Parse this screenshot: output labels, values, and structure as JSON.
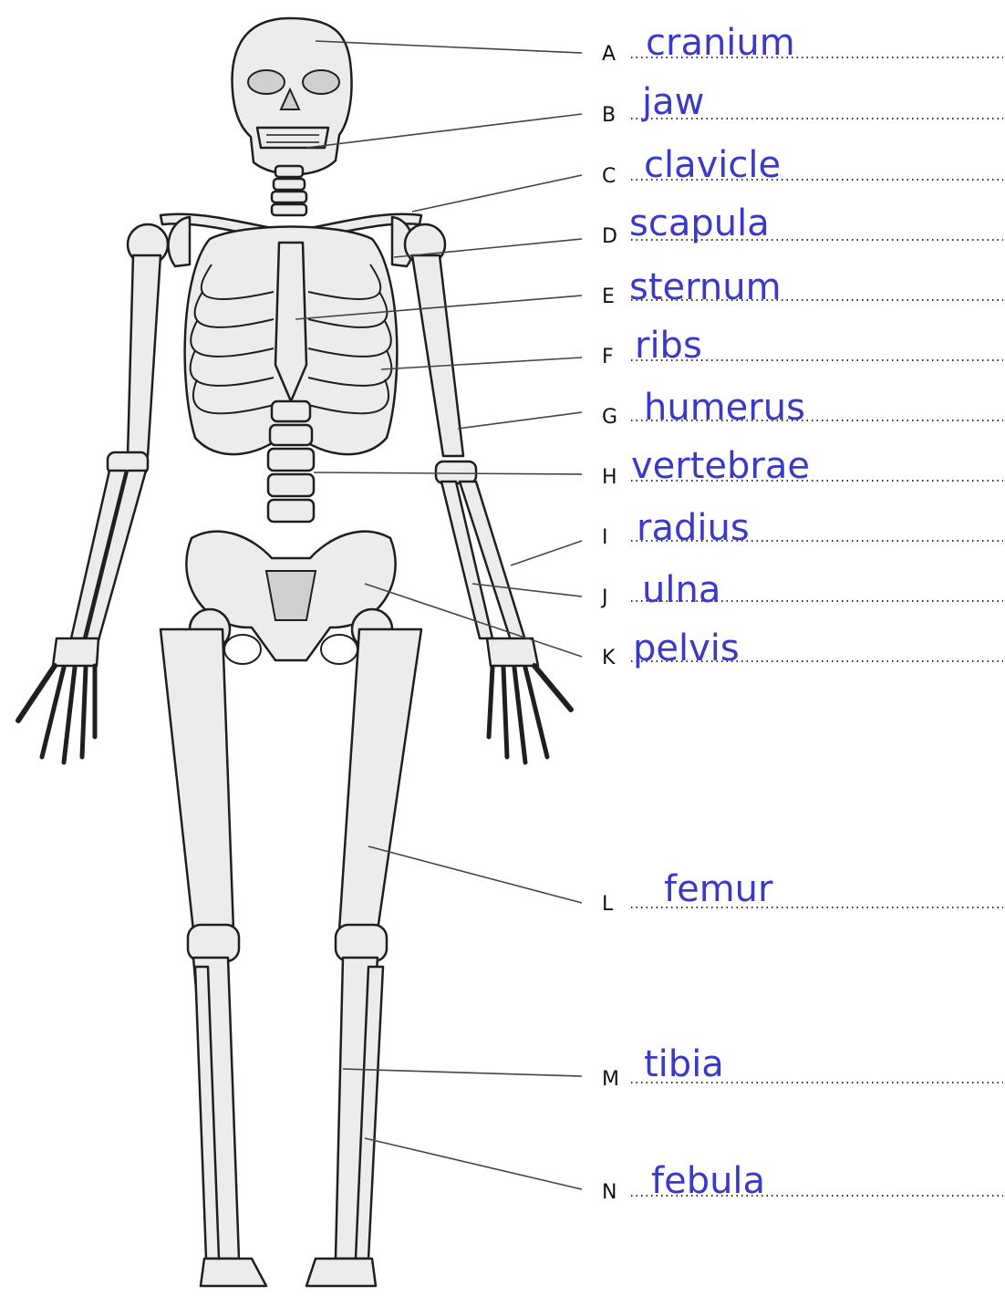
{
  "labels": [
    {
      "letter": "A",
      "answer": "cranium"
    },
    {
      "letter": "B",
      "answer": "jaw"
    },
    {
      "letter": "C",
      "answer": "clavicle"
    },
    {
      "letter": "D",
      "answer": "scapula"
    },
    {
      "letter": "E",
      "answer": "sternum"
    },
    {
      "letter": "F",
      "answer": "ribs"
    },
    {
      "letter": "G",
      "answer": "humerus"
    },
    {
      "letter": "H",
      "answer": "vertebrae"
    },
    {
      "letter": "I",
      "answer": "radius"
    },
    {
      "letter": "J",
      "answer": "ulna"
    },
    {
      "letter": "K",
      "answer": "pelvis"
    },
    {
      "letter": "L",
      "answer": "femur"
    },
    {
      "letter": "M",
      "answer": "tibia"
    },
    {
      "letter": "N",
      "answer": "febula"
    }
  ],
  "colors": {
    "answer_ink": "#3a3ac8",
    "bone_fill": "#ececec",
    "outline": "#1f1f1f"
  }
}
